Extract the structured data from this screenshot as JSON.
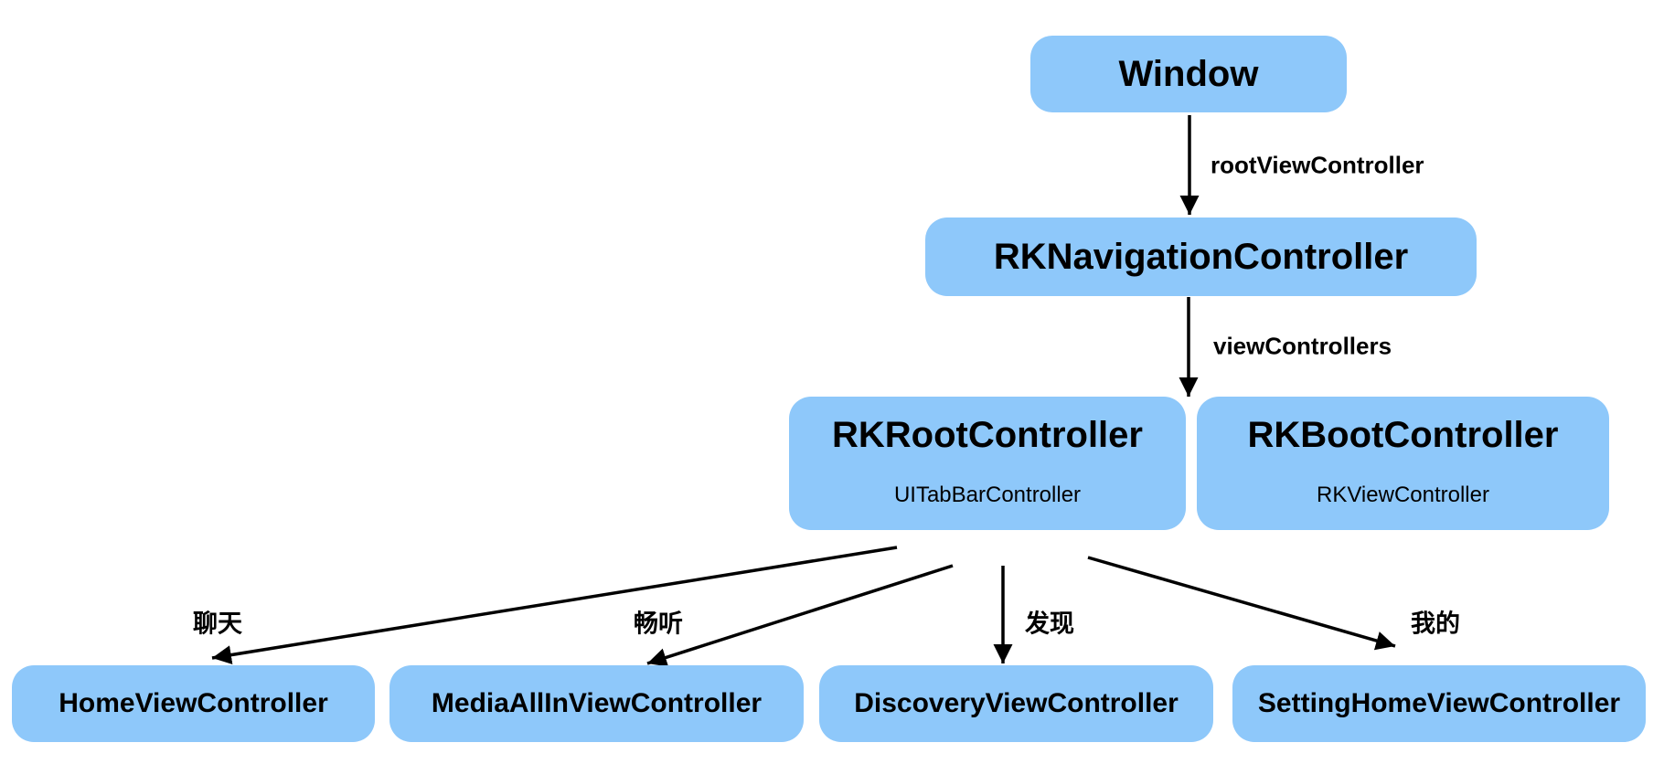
{
  "nodes": {
    "window": {
      "label": "Window"
    },
    "nav": {
      "label": "RKNavigationController"
    },
    "root": {
      "label": "RKRootController",
      "sublabel": "UITabBarController"
    },
    "boot": {
      "label": "RKBootController",
      "sublabel": "RKViewController"
    },
    "home": {
      "label": "HomeViewController"
    },
    "media": {
      "label": "MediaAllInViewController"
    },
    "discovery": {
      "label": "DiscoveryViewController"
    },
    "setting": {
      "label": "SettingHomeViewController"
    }
  },
  "edges": {
    "window_to_nav": {
      "label": "rootViewController"
    },
    "nav_to_root": {
      "label": "viewControllers"
    },
    "root_to_home": {
      "label": "聊天"
    },
    "root_to_media": {
      "label": "畅听"
    },
    "root_to_discovery": {
      "label": "发现"
    },
    "root_to_setting": {
      "label": "我的"
    }
  },
  "colors": {
    "node_fill": "#8EC8FA",
    "text": "#000000",
    "arrow": "#000000"
  }
}
